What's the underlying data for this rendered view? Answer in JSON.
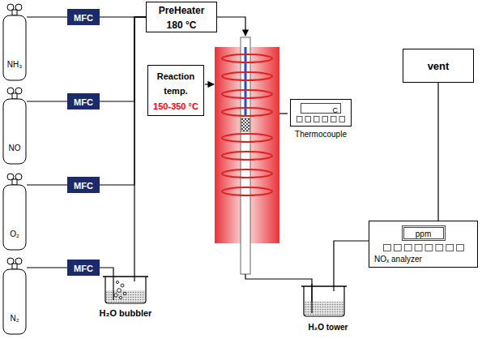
{
  "diagram": {
    "nodes": [
      {
        "text": [
          "NH₃"
        ]
      },
      {
        "text": [
          "NO"
        ]
      },
      {
        "text": [
          "O₂"
        ]
      },
      {
        "text": [
          "N₂"
        ]
      },
      {
        "text": [
          "MFC"
        ]
      },
      {
        "text": [
          "MFC"
        ]
      },
      {
        "text": [
          "MFC"
        ]
      },
      {
        "text": [
          "MFC"
        ]
      },
      {
        "text": [
          "H₂O bubbler"
        ]
      },
      {
        "text": [
          "PreHeater",
          "180 °C"
        ]
      },
      {
        "text": [
          "Reaction temp.",
          "150-350 °C"
        ]
      },
      {
        "text": [
          "C",
          "Thermocouple"
        ]
      },
      {
        "text": [
          "vent"
        ]
      },
      {
        "text": [
          "ppm",
          "NOₓ analyzer"
        ]
      },
      {
        "text": [
          "H₂O tower"
        ]
      }
    ],
    "edges": [
      {
        "from": 0,
        "to": 4,
        "arrow": "none"
      },
      {
        "from": 1,
        "to": 5,
        "arrow": "none"
      },
      {
        "from": 2,
        "to": 6,
        "arrow": "none"
      },
      {
        "from": 3,
        "to": 7,
        "arrow": "none"
      },
      {
        "from": 4,
        "to": 9,
        "arrow": "none"
      },
      {
        "from": 5,
        "to": 9,
        "arrow": "none"
      },
      {
        "from": 6,
        "to": 9,
        "arrow": "none"
      },
      {
        "from": 7,
        "to": 8,
        "arrow": "none"
      },
      {
        "from": 8,
        "to": 9,
        "arrow": "none"
      },
      {
        "from": 14,
        "to": 13,
        "arrow": "none"
      },
      {
        "from": 13,
        "to": 12,
        "arrow": "none"
      }
    ]
  }
}
